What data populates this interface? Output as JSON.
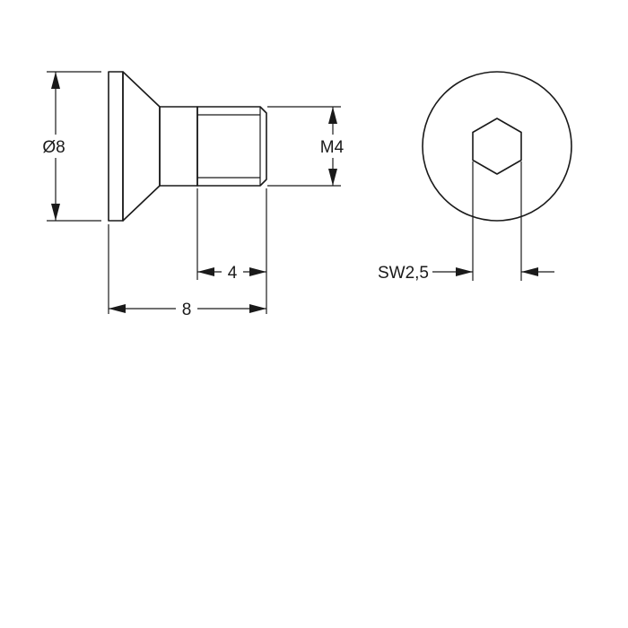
{
  "diagram": {
    "side_view": {
      "head_diameter_label": "Ø8",
      "thread_label": "M4",
      "thread_length_label": "4",
      "total_length_label": "8"
    },
    "top_view": {
      "wrench_size_label": "SW2,5"
    },
    "colors": {
      "line": "#1a1a1a",
      "background": "#ffffff"
    }
  }
}
